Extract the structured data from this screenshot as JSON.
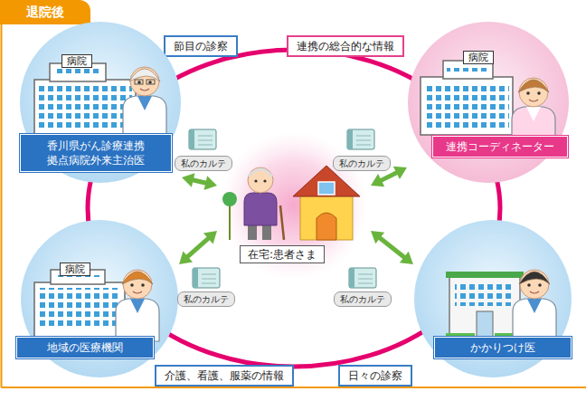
{
  "diagram": {
    "nodes": [
      {
        "text": [
          "退院後"
        ]
      },
      {
        "text": [
          "節目の診察"
        ]
      },
      {
        "text": [
          "連携の総合的な情報"
        ]
      },
      {
        "text": [
          "香川県がん診療連携 拠点病院外来主治医"
        ]
      },
      {
        "text": [
          "連携コーディネーター"
        ]
      },
      {
        "text": [
          "在宅:患者さま"
        ]
      },
      {
        "text": [
          "地域の医療機関"
        ]
      },
      {
        "text": [
          "かかりつけ医"
        ]
      },
      {
        "text": [
          "介護、看護、服薬の情報"
        ]
      },
      {
        "text": [
          "日々の診察"
        ]
      }
    ],
    "edges": [
      {
        "from": 5,
        "to": 3,
        "arrow": "both"
      },
      {
        "from": 5,
        "to": 4,
        "arrow": "both"
      },
      {
        "from": 5,
        "to": 6,
        "arrow": "both"
      },
      {
        "from": 5,
        "to": 7,
        "arrow": "both"
      }
    ],
    "labels": [
      "病院",
      "病院",
      "私のカルテ",
      "私のカルテ",
      "病院",
      "私のカルテ",
      "私のカルテ"
    ]
  }
}
